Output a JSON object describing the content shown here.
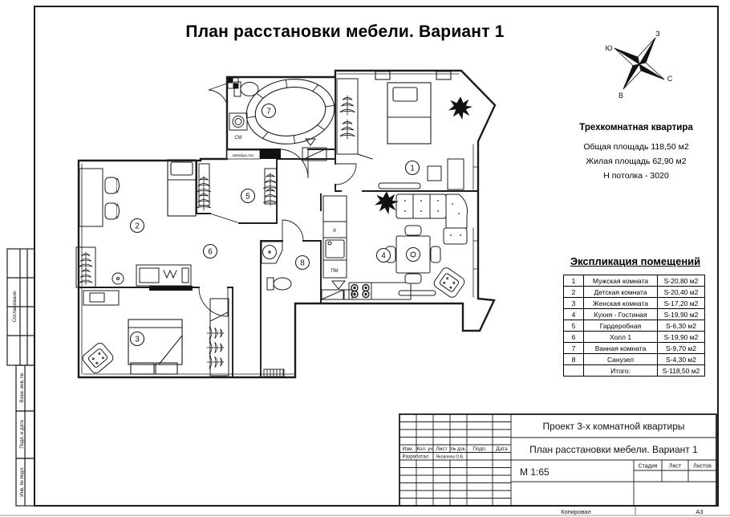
{
  "sheet": {
    "title": "План расстановки мебели. Вариант 1",
    "format": "А3",
    "copied": "Копировал"
  },
  "compass": {
    "north": "С",
    "south": "Ю",
    "west": "З",
    "east": "В"
  },
  "info": {
    "title": "Трехкомнатная квартира",
    "lines": [
      "Общая площадь 118,50 м2",
      "Жилая площадь 62,90 м2",
      "Н потолка - 3020"
    ]
  },
  "explication": {
    "title": "Экспликация помещений",
    "rows": [
      {
        "num": "1",
        "name": "Мужская комната",
        "area": "S-20,80 м2"
      },
      {
        "num": "2",
        "name": "Детская комната",
        "area": "S-20,40 м2"
      },
      {
        "num": "3",
        "name": "Женская комната",
        "area": "S-17,20 м2"
      },
      {
        "num": "4",
        "name": "Кухня - Гостиная",
        "area": "S-19,90 м2"
      },
      {
        "num": "5",
        "name": "Гардеробная",
        "area": "S-6,30 м2"
      },
      {
        "num": "6",
        "name": "Холл 1",
        "area": "S-19,90 м2"
      },
      {
        "num": "7",
        "name": "Ванная комната",
        "area": "S-9,70 м2"
      },
      {
        "num": "8",
        "name": "Санузел",
        "area": "S-4,30 м2"
      }
    ],
    "total": {
      "label": "Итого:",
      "area": "S-118,50 м2"
    }
  },
  "plan_labels": {
    "washing_machine": "СМ",
    "dishwasher": "ПМ",
    "fridge": "X",
    "mop_shelf": "Швабра,таз"
  },
  "title_block": {
    "project": "Проект 3-х комнатной квартиры",
    "drawing": "План расстановки мебели. Вариант 1",
    "scale": "М 1:65",
    "cols": [
      "Изм.",
      "Кол. уч",
      "Лист",
      "№ док.",
      "Подп.",
      "Дата"
    ],
    "developed_label": "Разработал",
    "developed_by": "Яковлева О.В.",
    "stage": "Стадия",
    "sheet": "Лист",
    "sheets": "Листов"
  },
  "side": {
    "agreed": "Согласовано",
    "vzam": "Взам. инв. №",
    "podp": "Подп. и дата",
    "inv": "Инв. № подл."
  }
}
